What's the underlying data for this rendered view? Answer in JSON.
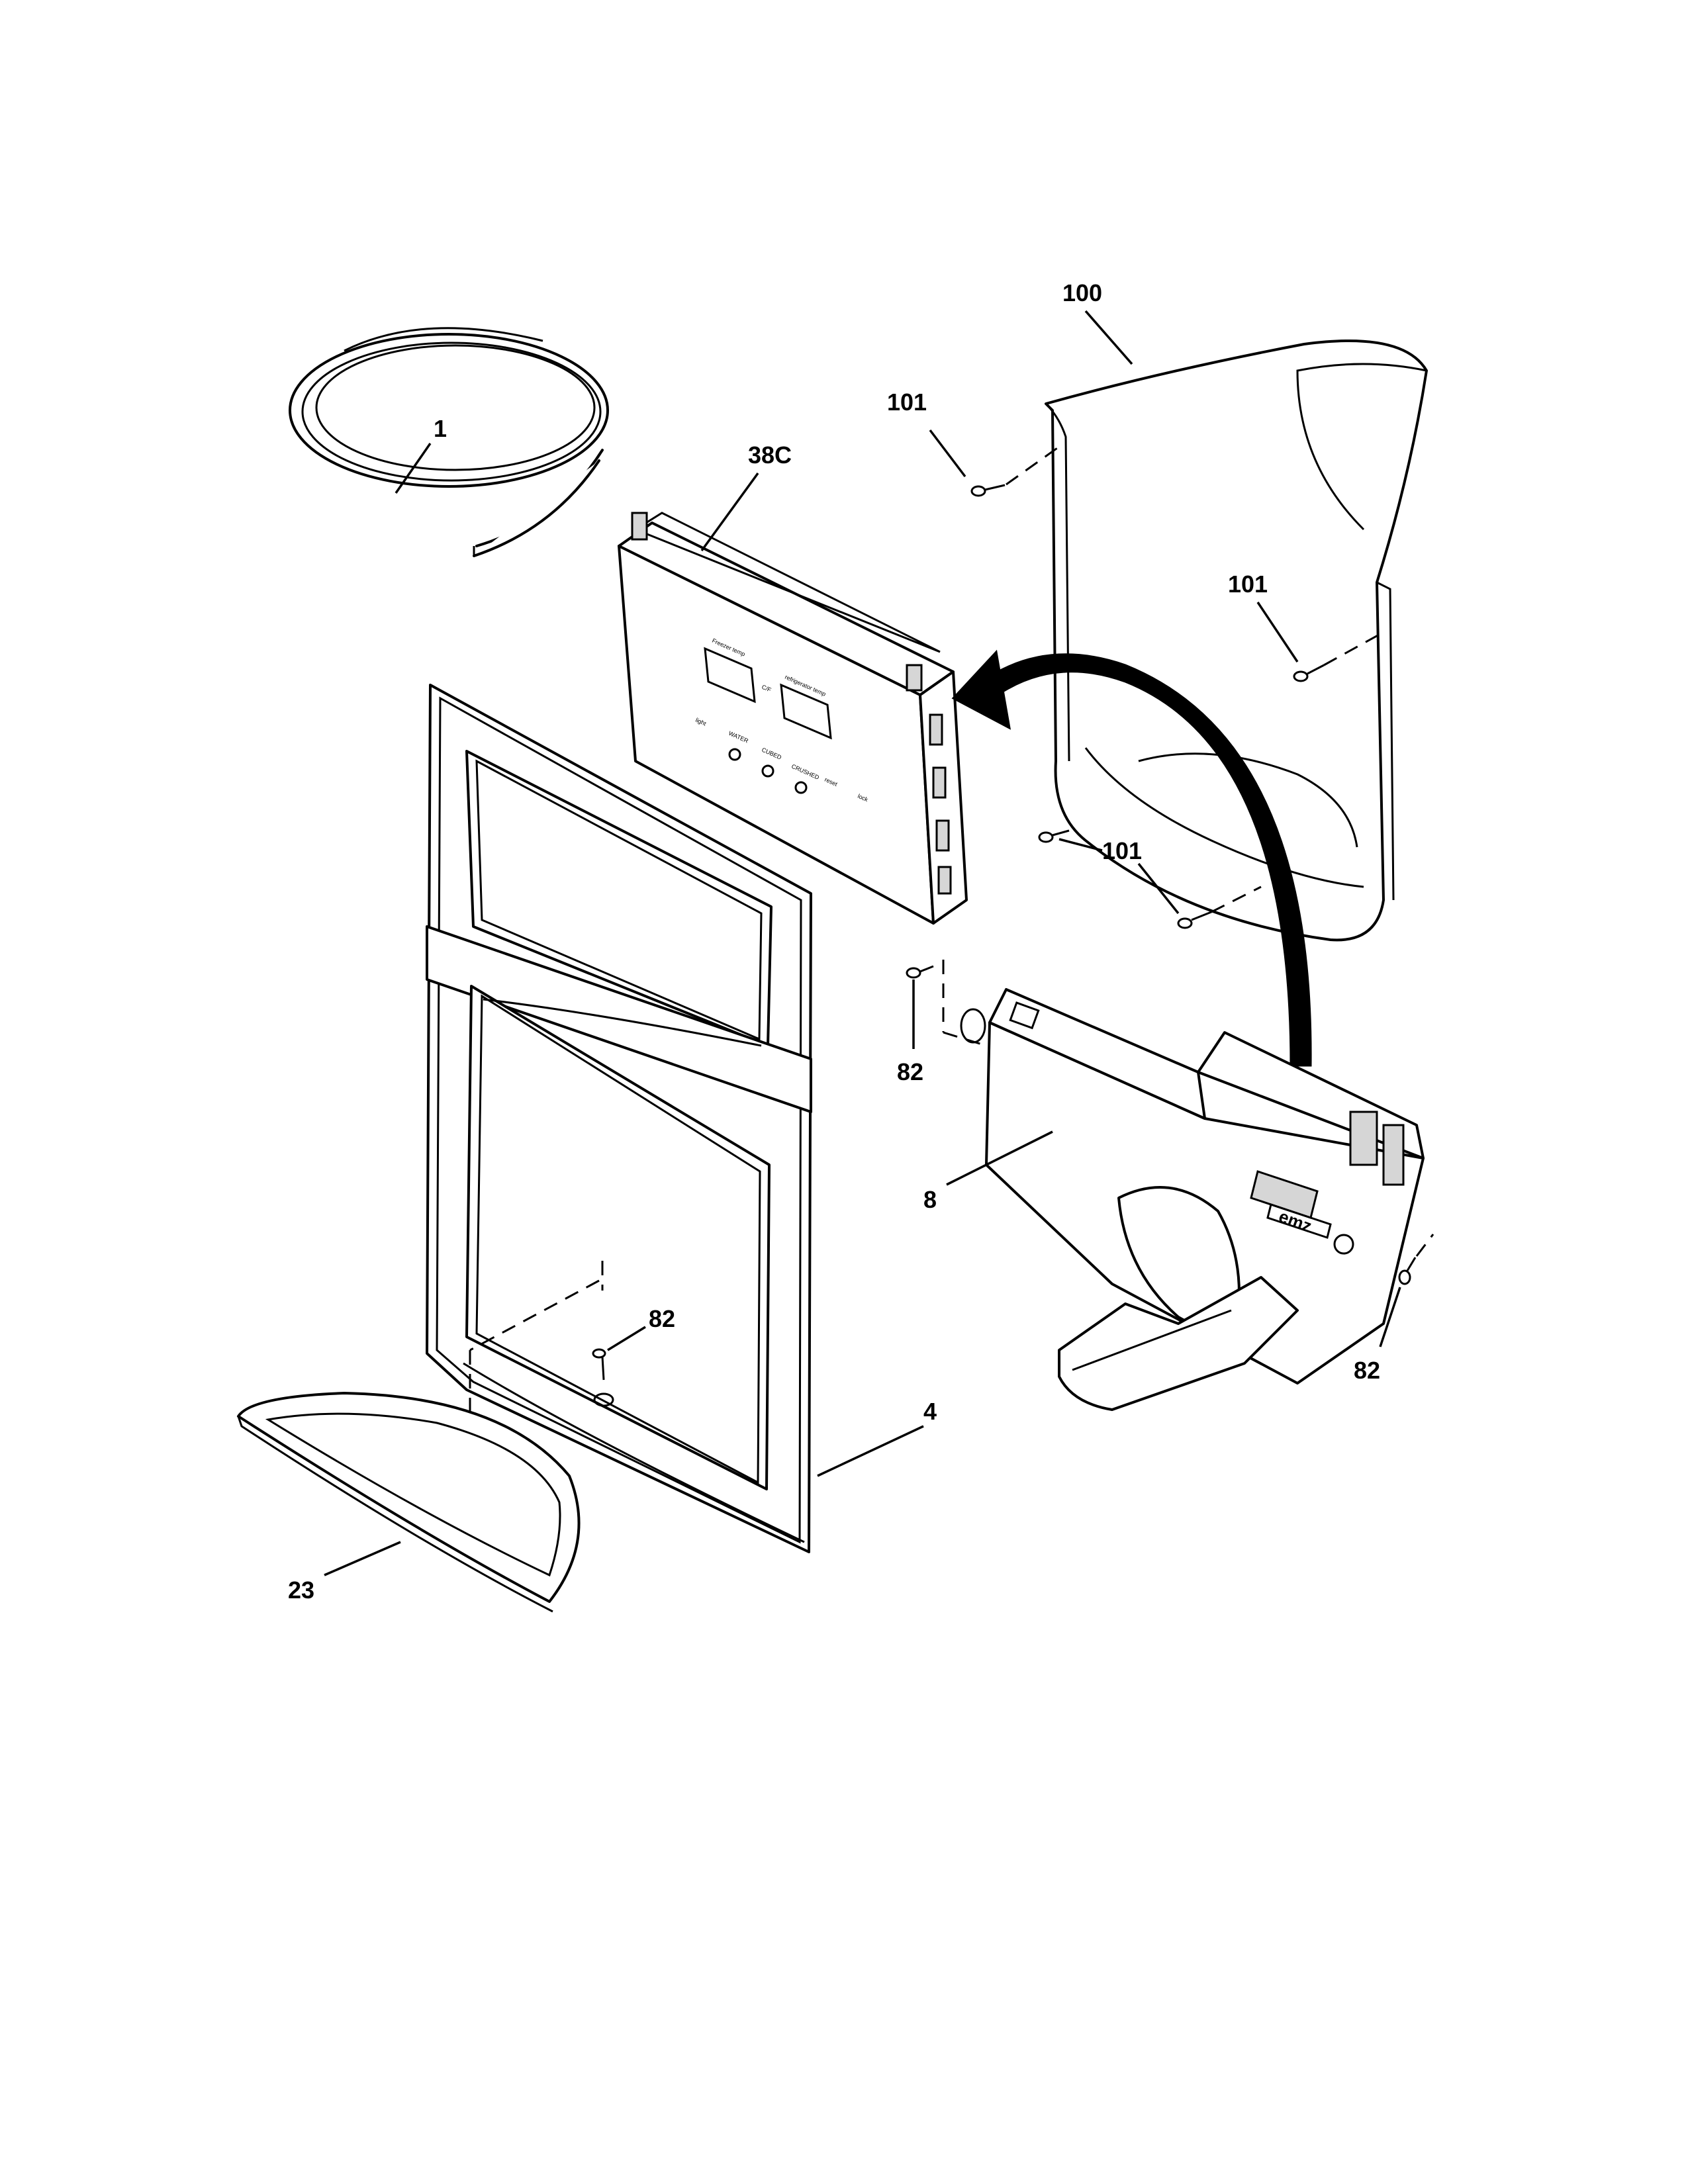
{
  "callouts": {
    "c1": "1",
    "c38c": "38C",
    "c100": "100",
    "c101_top": "101",
    "c101_right": "101",
    "c101_mid": "101",
    "c82_left": "82",
    "c82_right": "82",
    "c82_frame": "82",
    "c8": "8",
    "c4": "4",
    "c23": "23"
  },
  "ui_board": {
    "freezer_temp": "Freezer temp",
    "fridge_temp": "refrigerator temp",
    "cf": "C/F",
    "water": "WATER",
    "cubed": "CUBED",
    "crushed": "CRUSHED",
    "light": "light",
    "reset": "reset",
    "lock": "lock"
  },
  "ice_maker_logo": "emz"
}
